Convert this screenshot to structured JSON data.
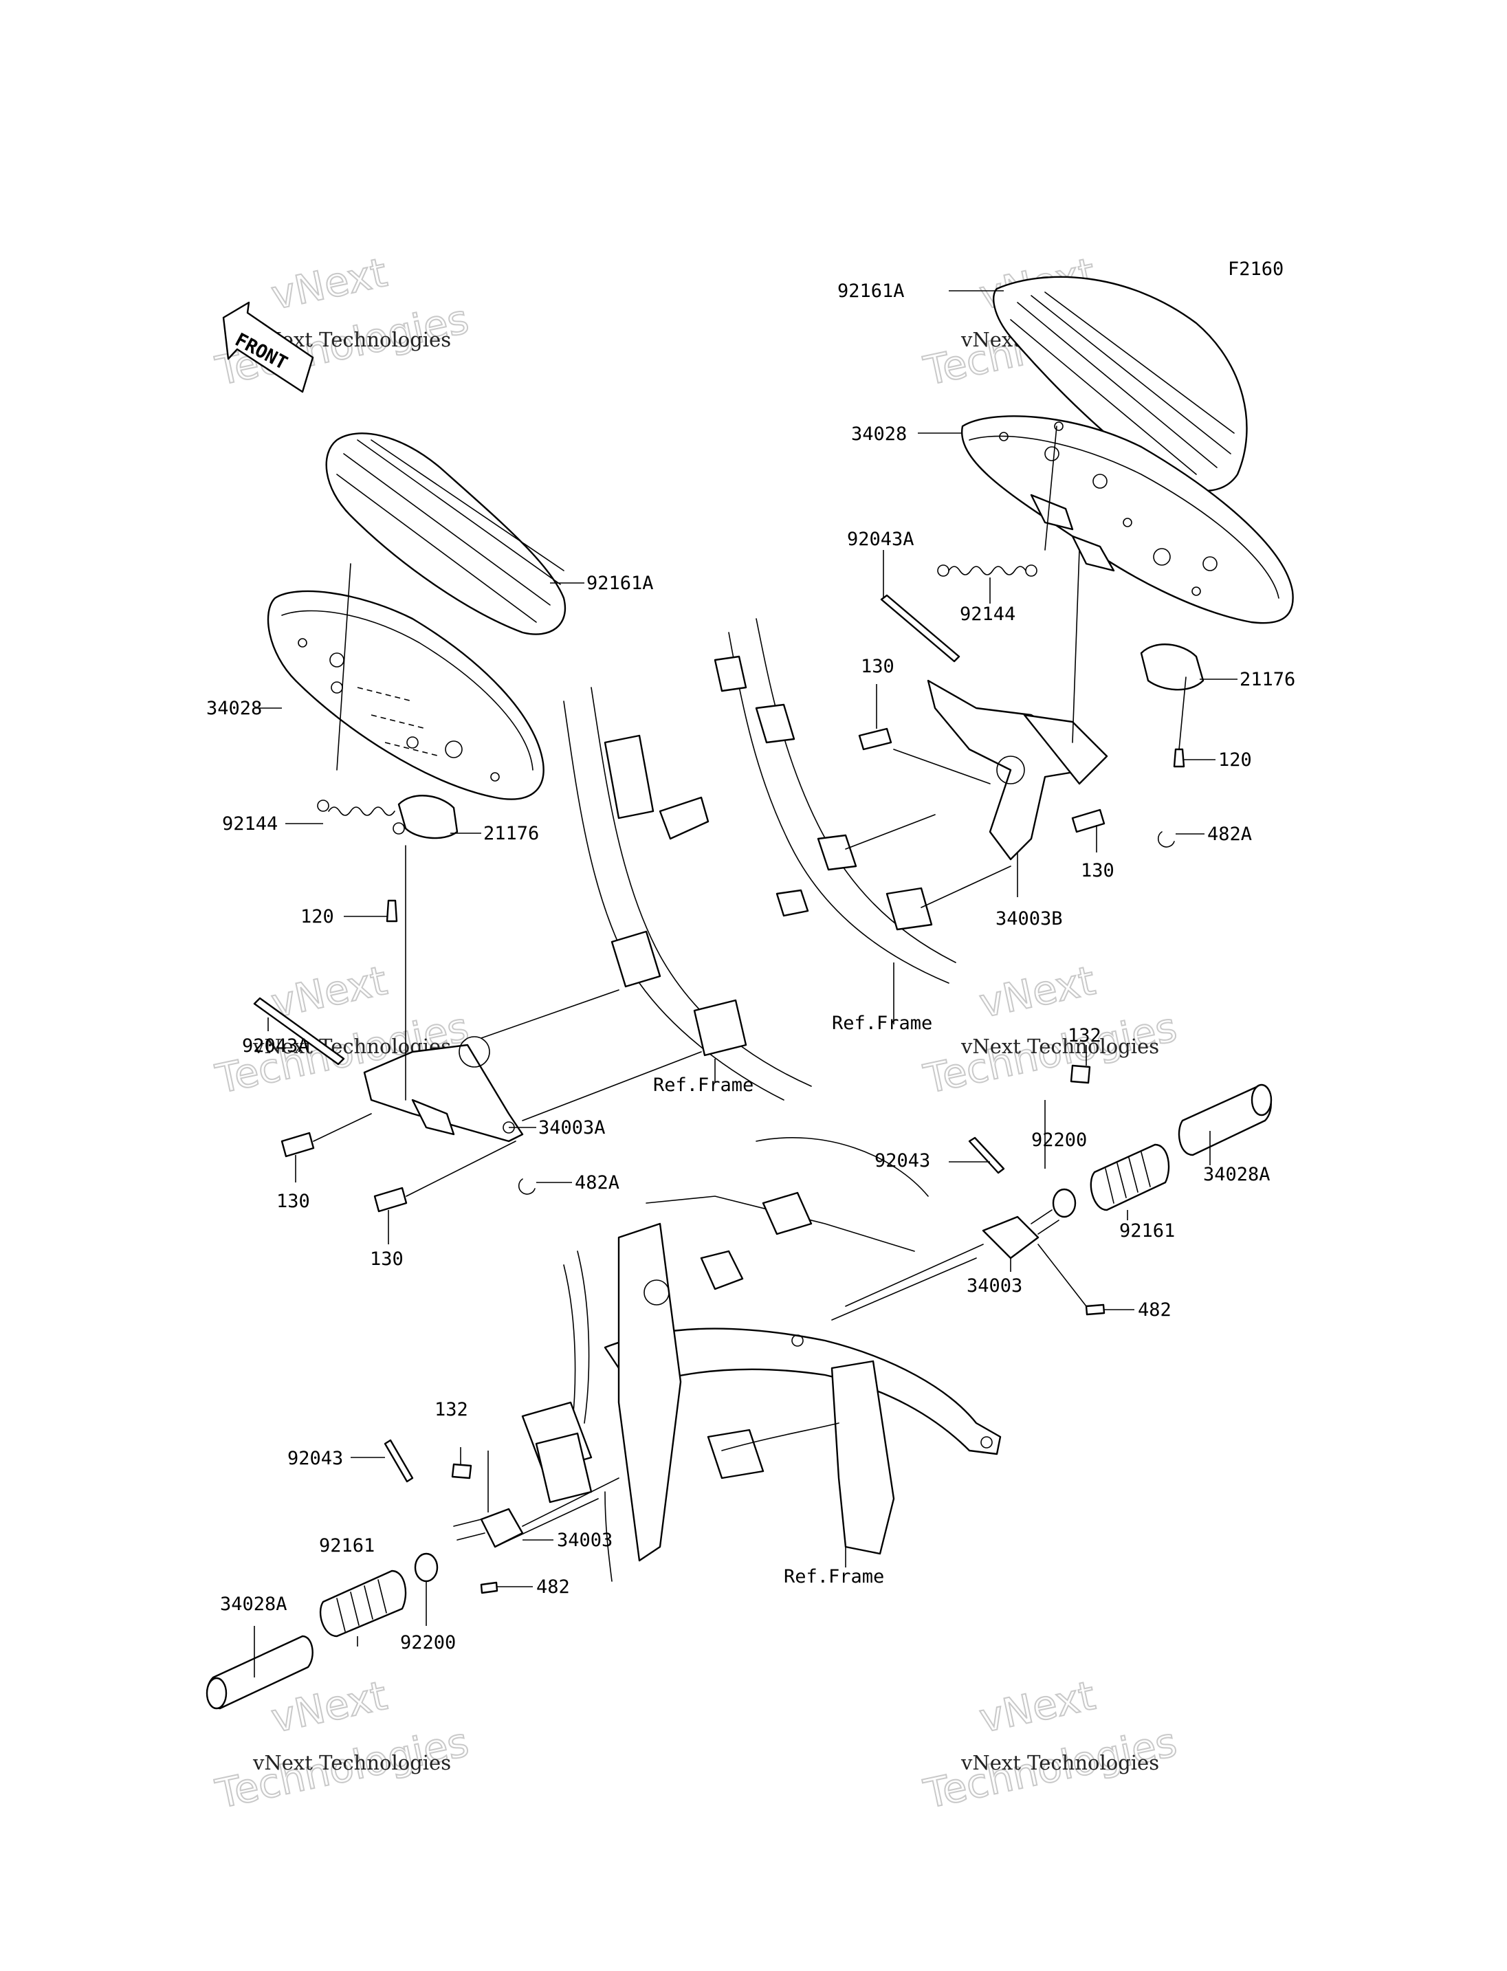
{
  "figure_code": "F2160",
  "front_badge": "FRONT",
  "part_labels": {
    "lbl_92161A_top": "92161A",
    "lbl_34028_top": "34028",
    "lbl_92043A_right": "92043A",
    "lbl_92144_right": "92144",
    "lbl_130_upper": "130",
    "lbl_21176_right": "21176",
    "lbl_120_right": "120",
    "lbl_482A_right": "482A",
    "lbl_130_right": "130",
    "lbl_34003B": "34003B",
    "lbl_ref_frame_1": "Ref.Frame",
    "lbl_92161A_left": "92161A",
    "lbl_34028_left": "34028",
    "lbl_92144_left": "92144",
    "lbl_21176_left": "21176",
    "lbl_120_left": "120",
    "lbl_92043A_left": "92043A",
    "lbl_34003A": "34003A",
    "lbl_ref_frame_2": "Ref.Frame",
    "lbl_130_left_a": "130",
    "lbl_482A_left": "482A",
    "lbl_130_left_b": "130",
    "lbl_132_right": "132",
    "lbl_92200_right": "92200",
    "lbl_34028A_right": "34028A",
    "lbl_92043_right": "92043",
    "lbl_92161_right": "92161",
    "lbl_34003_right": "34003",
    "lbl_482_right": "482",
    "lbl_132_left": "132",
    "lbl_92043_left": "92043",
    "lbl_34003_left": "34003",
    "lbl_92161_left": "92161",
    "lbl_482_left": "482",
    "lbl_34028A_left": "34028A",
    "lbl_92200_left": "92200",
    "lbl_ref_frame_3": "Ref.Frame"
  },
  "watermark": {
    "line_small": "vNext Technologies",
    "line_big_1": "vNext",
    "line_big_2": "Technologies"
  }
}
